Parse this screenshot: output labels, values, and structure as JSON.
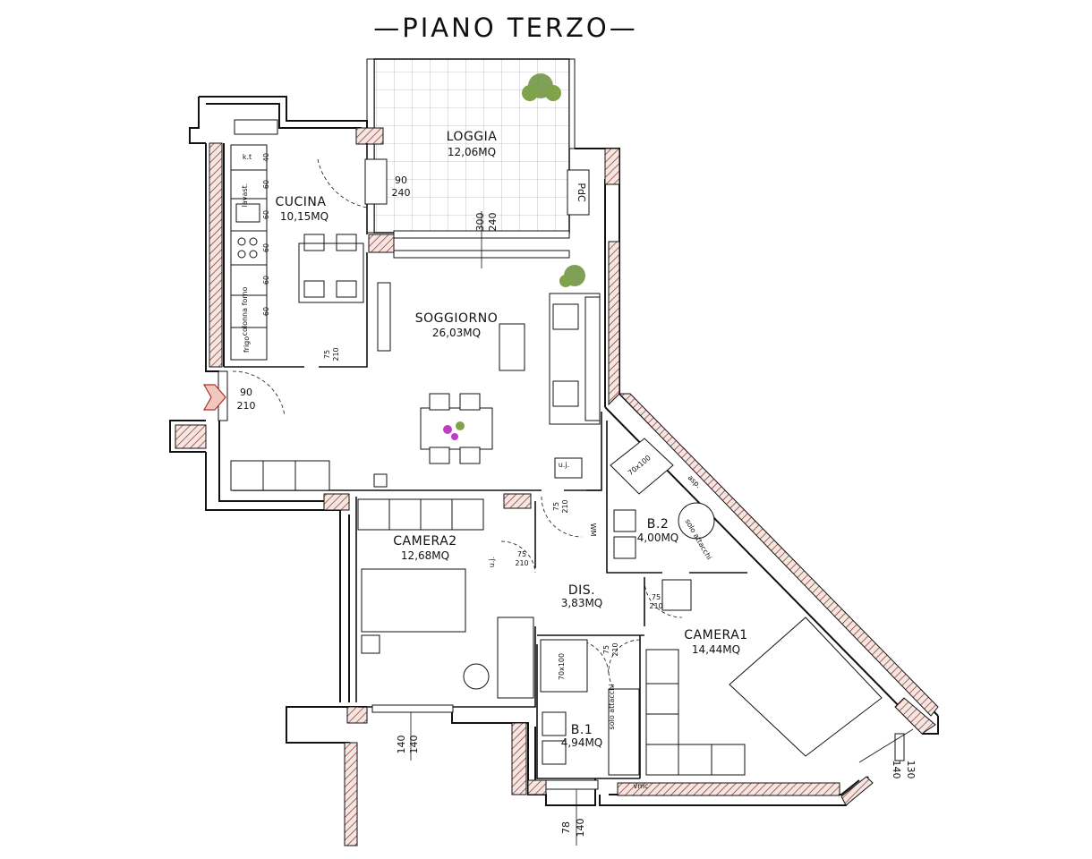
{
  "title": "—PIANO TERZO—",
  "rooms": {
    "loggia": {
      "name": "LOGGIA",
      "area": "12,06MQ"
    },
    "cucina": {
      "name": "CUCINA",
      "area": "10,15MQ"
    },
    "soggiorno": {
      "name": "SOGGIORNO",
      "area": "26,03MQ"
    },
    "camera2": {
      "name": "CAMERA2",
      "area": "12,68MQ"
    },
    "dis": {
      "name": "DIS.",
      "area": "3,83MQ"
    },
    "b2": {
      "name": "B.2",
      "area": "4,00MQ"
    },
    "camera1": {
      "name": "CAMERA1",
      "area": "14,44MQ"
    },
    "b1": {
      "name": "B.1",
      "area": "4,94MQ"
    }
  },
  "labels": {
    "pdc": "PdC",
    "lavast": "lavast.",
    "colonna_forno": "colonna forno",
    "frigo": "frigo",
    "kt": "k.t",
    "solo_attacchi": "solo attacchi",
    "asp": "asp.",
    "wm": "WM",
    "uj": "u.j.",
    "shower": "70x100",
    "vmc": "vmc"
  },
  "dimensions": {
    "loggia_window": [
      "300",
      "240"
    ],
    "loggia_door": [
      "90",
      "240"
    ],
    "entry_door": [
      "90",
      "210"
    ],
    "kitchen_door": [
      "75",
      "210"
    ],
    "door_75_210": [
      "75",
      "210"
    ],
    "cabinet_widths": [
      "40",
      "60",
      "60",
      "60",
      "60",
      "60"
    ],
    "bottom_window_1": [
      "140",
      "140"
    ],
    "bottom_window_2": [
      "78",
      "140"
    ],
    "right_window": [
      "140",
      "130"
    ]
  },
  "colors": {
    "wall": "#111111",
    "brick_hatch": "#8b2a1a",
    "plant": "#6a8f3a",
    "flower": "#c03cc8",
    "entry_arrow": "#b03020"
  }
}
